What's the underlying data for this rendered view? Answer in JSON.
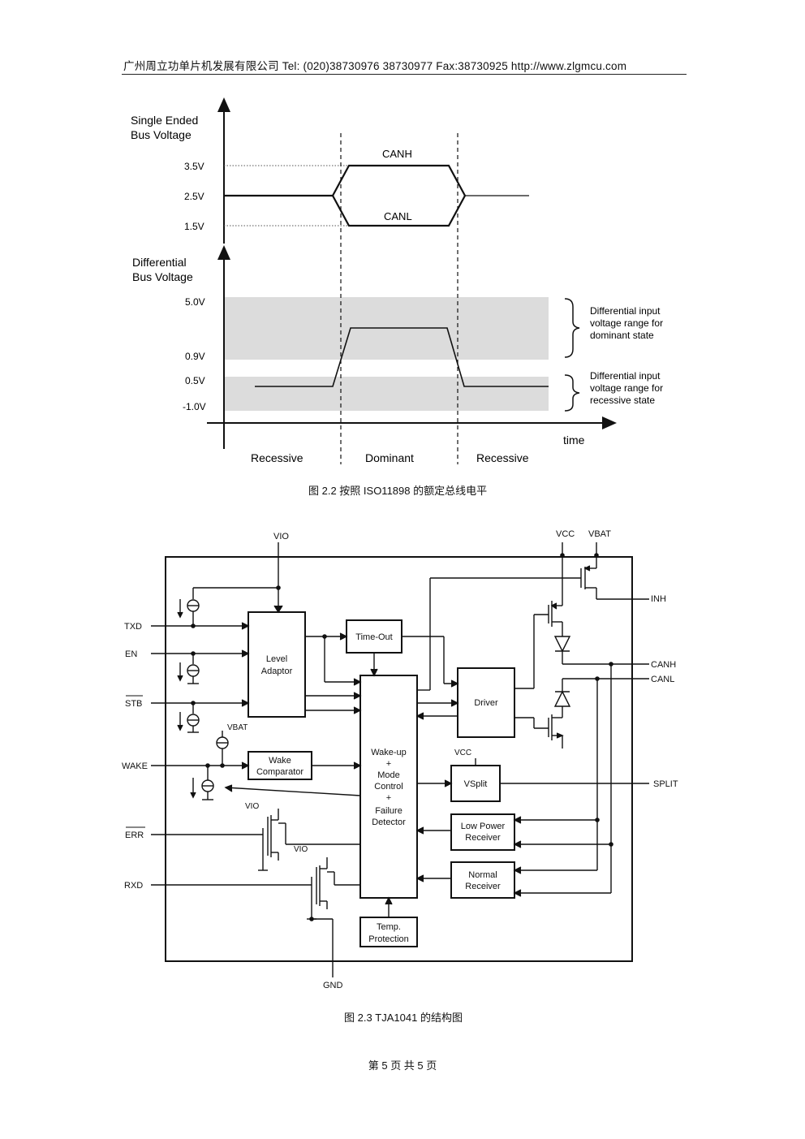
{
  "header": {
    "text": "广州周立功单片机发展有限公司   Tel: (020)38730976   38730977   Fax:38730925   http://www.zlgmcu.com"
  },
  "figure1": {
    "caption": "图 2.2   按照 ISO11898 的额定总线电平",
    "top_axis_label_1": "Single Ended",
    "top_axis_label_2": "Bus Voltage",
    "level_35": "3.5V",
    "level_25": "2.5V",
    "level_15": "1.5V",
    "canh": "CANH",
    "canl": "CANL",
    "bottom_axis_label_1": "Differential",
    "bottom_axis_label_2": "Bus Voltage",
    "level_50": "5.0V",
    "level_09": "0.9V",
    "level_05": "0.5V",
    "level_m10": "-1.0V",
    "dominant_range_1": "Differential input",
    "dominant_range_2": "voltage range for",
    "dominant_range_3": "dominant state",
    "recessive_range_1": "Differential input",
    "recessive_range_2": "voltage range for",
    "recessive_range_3": "recessive state",
    "time_label": "time",
    "phase_recessive_left": "Recessive",
    "phase_dominant": "Dominant",
    "phase_recessive_right": "Recessive"
  },
  "figure2": {
    "caption": "图 2.3   TJA1041 的结构图",
    "pins": {
      "vio": "VIO",
      "vcc": "VCC",
      "vbat": "VBAT",
      "inh": "INH",
      "txd": "TXD",
      "en": "EN",
      "stb": "STB",
      "wake": "WAKE",
      "err": "ERR",
      "rxd": "RXD",
      "canh": "CANH",
      "canl": "CANL",
      "split": "SPLIT",
      "gnd": "GND",
      "vbat_small": "VBAT",
      "vio_err": "VIO",
      "vio_rxd": "VIO",
      "vcc_split": "VCC"
    },
    "blocks": {
      "level_adaptor_1": "Level",
      "level_adaptor_2": "Adaptor",
      "timeout": "Time-Out",
      "driver": "Driver",
      "wake_comp_1": "Wake",
      "wake_comp_2": "Comparator",
      "main_1": "Wake-up",
      "main_2": "+",
      "main_3": "Mode",
      "main_4": "Control",
      "main_5": "+",
      "main_6": "Failure",
      "main_7": "Detector",
      "vsplit": "VSplit",
      "lp_receiver_1": "Low Power",
      "lp_receiver_2": "Receiver",
      "normal_receiver_1": "Normal",
      "normal_receiver_2": "Receiver",
      "temp_1": "Temp.",
      "temp_2": "Protection"
    }
  },
  "footer": {
    "text": "第 5 页 共 5 页"
  }
}
